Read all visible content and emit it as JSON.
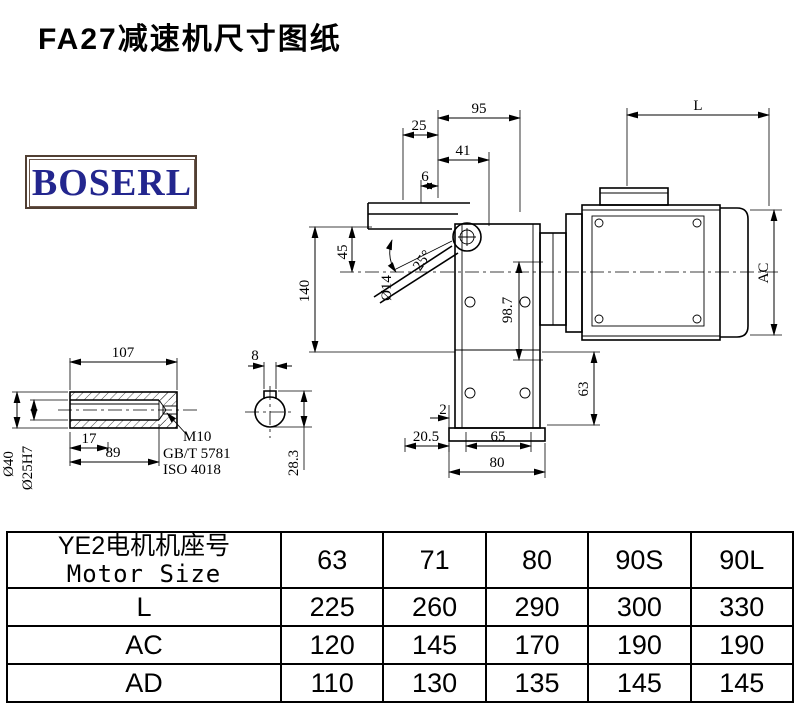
{
  "page": {
    "title": "FA27减速机尺寸图纸"
  },
  "logo": {
    "text": "BOSERL"
  },
  "drawing": {
    "dims": {
      "d95": "95",
      "d25": "25",
      "dL": "L",
      "d41": "41",
      "d6": "6",
      "d45": "45",
      "a25": "25°",
      "dia14": "Ø14",
      "d140": "140",
      "d98_7": "98.7",
      "dAC": "AC",
      "d63": "63",
      "d2": "2",
      "d20_5": "20.5",
      "d65": "65",
      "d80": "80",
      "d107": "107",
      "d8": "8",
      "d17": "17",
      "d89": "89",
      "m10": "M10",
      "gbt": "GB/T 5781",
      "iso": "ISO 4018",
      "d28_3": "28.3",
      "dia40": "Ø40",
      "dia25h7": "Ø25H7"
    }
  },
  "table": {
    "header": {
      "line1": "YE2电机机座号",
      "line2": "Motor Size"
    },
    "columns": [
      "63",
      "71",
      "80",
      "90S",
      "90L"
    ],
    "rows": [
      {
        "label": "L",
        "values": [
          "225",
          "260",
          "290",
          "300",
          "330"
        ]
      },
      {
        "label": "AC",
        "values": [
          "120",
          "145",
          "170",
          "190",
          "190"
        ]
      },
      {
        "label": "AD",
        "values": [
          "110",
          "130",
          "135",
          "145",
          "145"
        ]
      }
    ]
  }
}
